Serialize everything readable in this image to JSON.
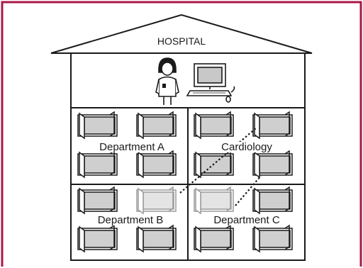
{
  "building": {
    "title": "HOSPITAL"
  },
  "departments": [
    {
      "label": "Department A"
    },
    {
      "label": "Cardiology"
    },
    {
      "label": "Department B"
    },
    {
      "label": "Department C"
    }
  ],
  "colors": {
    "border": "#a8174a",
    "line": "#1a1a1a",
    "bed_fill": "#cfcfcf",
    "bed_fill_faded": "#e4e4e4",
    "bed_stroke_faded": "#9a9a9a"
  },
  "icons": {
    "staff": "nurse-icon",
    "workstation": "computer-icon"
  }
}
